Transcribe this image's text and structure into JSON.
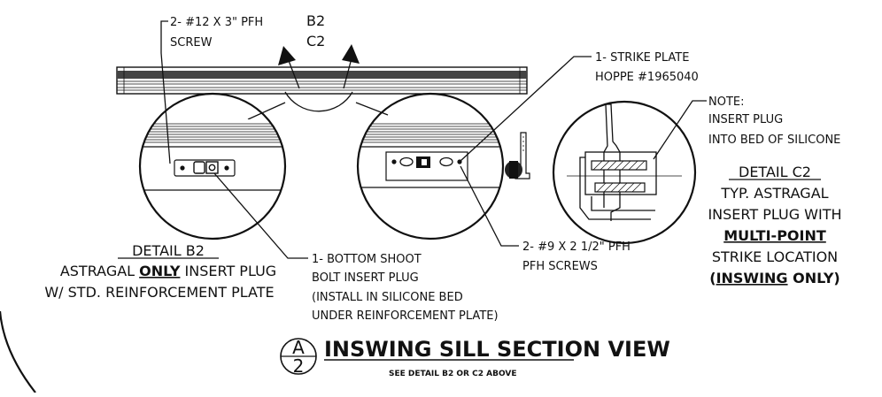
{
  "labels": {
    "screw_top_1": "2- #12 X 3\" PFH",
    "screw_top_2": "SCREW",
    "ref_b2": "B2",
    "ref_c2": "C2",
    "strike_1": "1- STRIKE PLATE",
    "strike_2": "HOPPE #1965040",
    "note_title": "NOTE:",
    "note_1": "INSERT PLUG",
    "note_2": "INTO BED OF SILICONE",
    "bolt_1": "1- BOTTOM SHOOT",
    "bolt_2": "BOLT INSERT PLUG",
    "bolt_3": "(INSTALL IN SILICONE BED",
    "bolt_4": "UNDER REINFORCEMENT PLATE)",
    "pfh_1": "2- #9 X 2 1/2\" PFH",
    "pfh_2": "PFH SCREWS"
  },
  "detail_b2": {
    "title": "DETAIL B2",
    "line2_pre": "ASTRAGAL ",
    "line2_bold": "ONLY",
    "line2_post": " INSERT PLUG",
    "line3": "W/ STD. REINFORCEMENT PLATE"
  },
  "detail_c2": {
    "title": "DETAIL C2",
    "line2": "TYP. ASTRAGAL",
    "line3": "INSERT PLUG WITH",
    "line4": "MULTI-POINT",
    "line5": "STRIKE LOCATION",
    "line6_open": "(",
    "line6_bold_u": "INSWING",
    "line6_close": " ONLY)"
  },
  "section": {
    "letter": "A",
    "number": "2",
    "title": "INSWING SILL SECTION VIEW",
    "subtitle": "SEE DETAIL B2 OR C2 ABOVE"
  }
}
